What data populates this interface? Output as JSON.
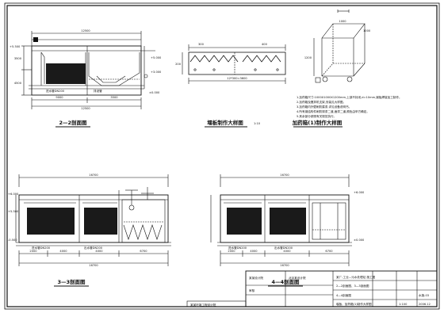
{
  "colors": {
    "ink": "#111111",
    "fill": "#1a1a1a",
    "paper": "#ffffff"
  },
  "views": {
    "section_2_2": {
      "title": "2—2剖面图",
      "top_dim": "12500",
      "bottom_dims": [
        "9000",
        "3500"
      ],
      "bottom_total": "12500",
      "side_dims": [
        "3500",
        "4500"
      ]
    },
    "weir_detail": {
      "title": "堰板制作大样图",
      "scale": "1:10",
      "top_dims": [
        "300",
        "400"
      ],
      "bottom_dim": "12*300=3600",
      "side_dim": "200"
    },
    "tank_detail": {
      "title": "加药箱(1)制作大样图",
      "dims": [
        "1000",
        "1000",
        "1200"
      ]
    },
    "notes": [
      "1.加药箱尺寸:1000X1000X1200mm,上部不封闭,d=10mm,钢板焊接加工制作。",
      "2.加药箱及搅拌机支架,安装见大样图。",
      "3.加药箱内外壁刷防腐漆,详见设备说明书。",
      "4.所有钢结构件刷防锈漆二道,面漆二道,颜色由甲方确定。",
      "5.其余部分参照有关规范执行。"
    ],
    "section_3_3": {
      "title": "3—3剖面图",
      "total": "16700",
      "dims": [
        "2000",
        "4000",
        "4000",
        "6700"
      ],
      "elev_top": "+6.000",
      "elev_mid": "+5.500",
      "elev_bot": "-0.500"
    },
    "section_4_4": {
      "title": "4—4剖面图",
      "total": "16700",
      "dims": [
        "2000",
        "4000",
        "4000",
        "6700"
      ],
      "elev_top": "+6.000",
      "elev_bot": "±0.000"
    }
  },
  "title_block": {
    "company": "北京某设计院",
    "project": "某厂-工业—污水处理站 施工图",
    "drawing_name": "2—2剖面图、3—3剖面图",
    "drawing_name_2": "4—4剖面图",
    "drawing_name_3": "堰板、加药箱(1)制作大样图",
    "scale": "1:100",
    "sheet_no": "水施-03",
    "date": "2006.12",
    "left_cell": "某某设计院",
    "left_cell_2": "审核",
    "bottom_strip": "某某环境工程设计院"
  }
}
